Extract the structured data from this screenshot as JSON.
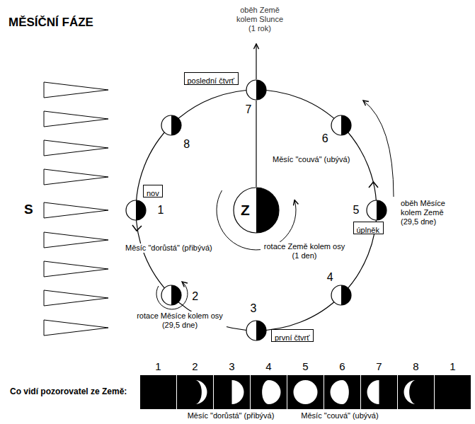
{
  "diagram": {
    "title": "MĚSÍČNÍ FÁZE",
    "nodes": [
      {
        "text": [
          "poslední čtvrť"
        ]
      },
      {
        "text": [
          "7"
        ]
      },
      {
        "text": [
          "8"
        ]
      },
      {
        "text": [
          "6"
        ]
      },
      {
        "text": [
          "nov"
        ]
      },
      {
        "text": [
          "1"
        ]
      },
      {
        "text": [
          "Z"
        ]
      },
      {
        "text": [
          "5"
        ]
      },
      {
        "text": [
          "úplněk"
        ]
      },
      {
        "text": [
          "2"
        ]
      },
      {
        "text": [
          "4"
        ]
      },
      {
        "text": [
          "3"
        ]
      },
      {
        "text": [
          "první čtvrť"
        ]
      },
      {
        "text": [
          "1"
        ]
      },
      {
        "text": [
          "2"
        ]
      },
      {
        "text": [
          "3"
        ]
      },
      {
        "text": [
          "4"
        ]
      },
      {
        "text": [
          "5"
        ]
      },
      {
        "text": [
          "6"
        ]
      },
      {
        "text": [
          "7"
        ]
      },
      {
        "text": [
          "8"
        ]
      },
      {
        "text": [
          "1"
        ]
      }
    ],
    "edges": [
      {
        "from": 6,
        "to": 1,
        "arrow": "none"
      }
    ],
    "labels": [
      "oběh Země kolem Slunce (1 rok)",
      "Měsíc \"couvá\" (ubývá)",
      "S",
      "oběh Měsíce kolem Země (29,5 dne)",
      "rotace Země kolem osy (1 den)",
      "Měsíc \"dorůstá\" (přibývá)",
      "rotace Měsíce kolem osy (29,5 dne)",
      "Co vidí pozorovatel ze Země:",
      "Měsíc \"dorůstá\" (přibývá)",
      "Měsíc \"couvá\" (ubývá)"
    ]
  }
}
